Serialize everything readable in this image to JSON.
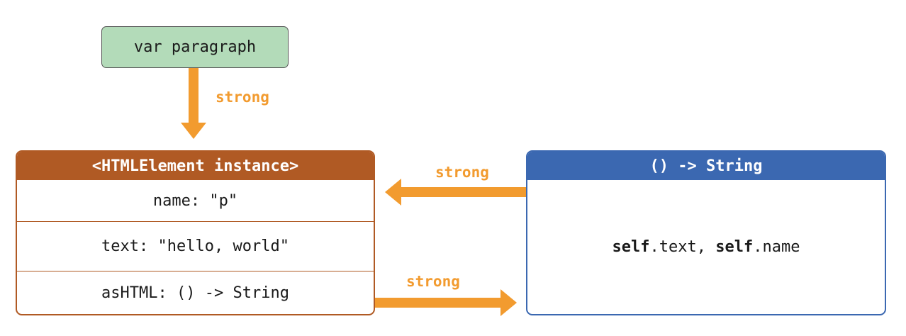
{
  "colors": {
    "arrow": "#f29b2f",
    "instance_header": "#b05a24",
    "closure_header": "#3b68b1",
    "var_box": "#b3dbb9"
  },
  "variable": {
    "label": "var paragraph"
  },
  "instance": {
    "title": "<HTMLElement instance>",
    "name_row": "name: \"p\"",
    "text_row": "text: \"hello, world\"",
    "ashtml_row": "asHTML: () -> String"
  },
  "closure": {
    "title": "() -> String",
    "self_kw_1": "self",
    "body_part_1": ".text, ",
    "self_kw_2": "self",
    "body_part_2": ".name"
  },
  "references": {
    "var_to_instance": "strong",
    "closure_to_instance": "strong",
    "instance_to_closure": "strong"
  }
}
